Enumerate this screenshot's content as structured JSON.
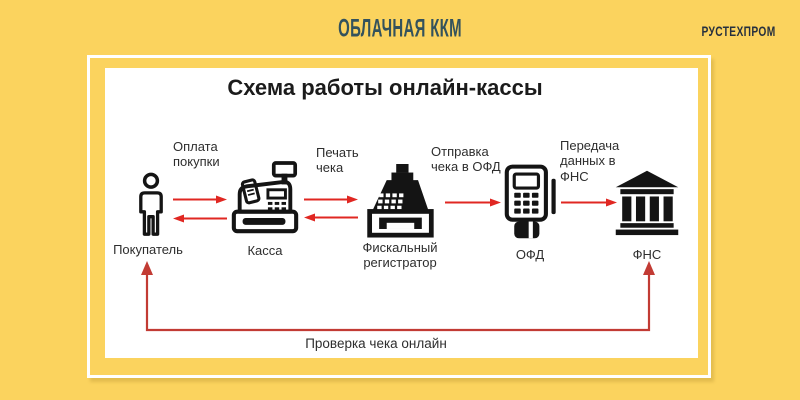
{
  "header": {
    "title": "ОБЛАЧНАЯ ККМ",
    "brand": "РУСТЕХПРОМ"
  },
  "diagram": {
    "title": "Схема работы онлайн-кассы",
    "nodes": {
      "buyer": {
        "label": "Покупатель",
        "icon": "person-icon"
      },
      "kassa": {
        "label": "Касса",
        "icon": "cash-register-icon"
      },
      "fiscal": {
        "label": "Фискальный регистратор",
        "icon": "fiscal-registrar-icon"
      },
      "ofd": {
        "label": "ОФД",
        "icon": "pos-terminal-icon"
      },
      "fns": {
        "label": "ФНС",
        "icon": "bank-building-icon"
      }
    },
    "edges": {
      "payment": {
        "label": "Оплата покупки",
        "from": "buyer",
        "to": "kassa",
        "direction": "both"
      },
      "print": {
        "label": "Печать чека",
        "from": "kassa",
        "to": "fiscal",
        "direction": "both"
      },
      "send_ofd": {
        "label": "Отправка чека в ОФД",
        "from": "fiscal",
        "to": "ofd",
        "direction": "right"
      },
      "send_fns": {
        "label": "Передача данных в ФНС",
        "from": "ofd",
        "to": "fns",
        "direction": "right"
      },
      "verify": {
        "label": "Проверка чека онлайн",
        "from": "fns",
        "to": "buyer",
        "direction": "up-both-ends"
      }
    },
    "colors": {
      "background": "#fbd35e",
      "card": "#ffffff",
      "arrow": "#e02722",
      "return_arrow": "#c23b34",
      "icon": "#141414",
      "header_title": "#33525c",
      "brand": "#26303e"
    }
  }
}
